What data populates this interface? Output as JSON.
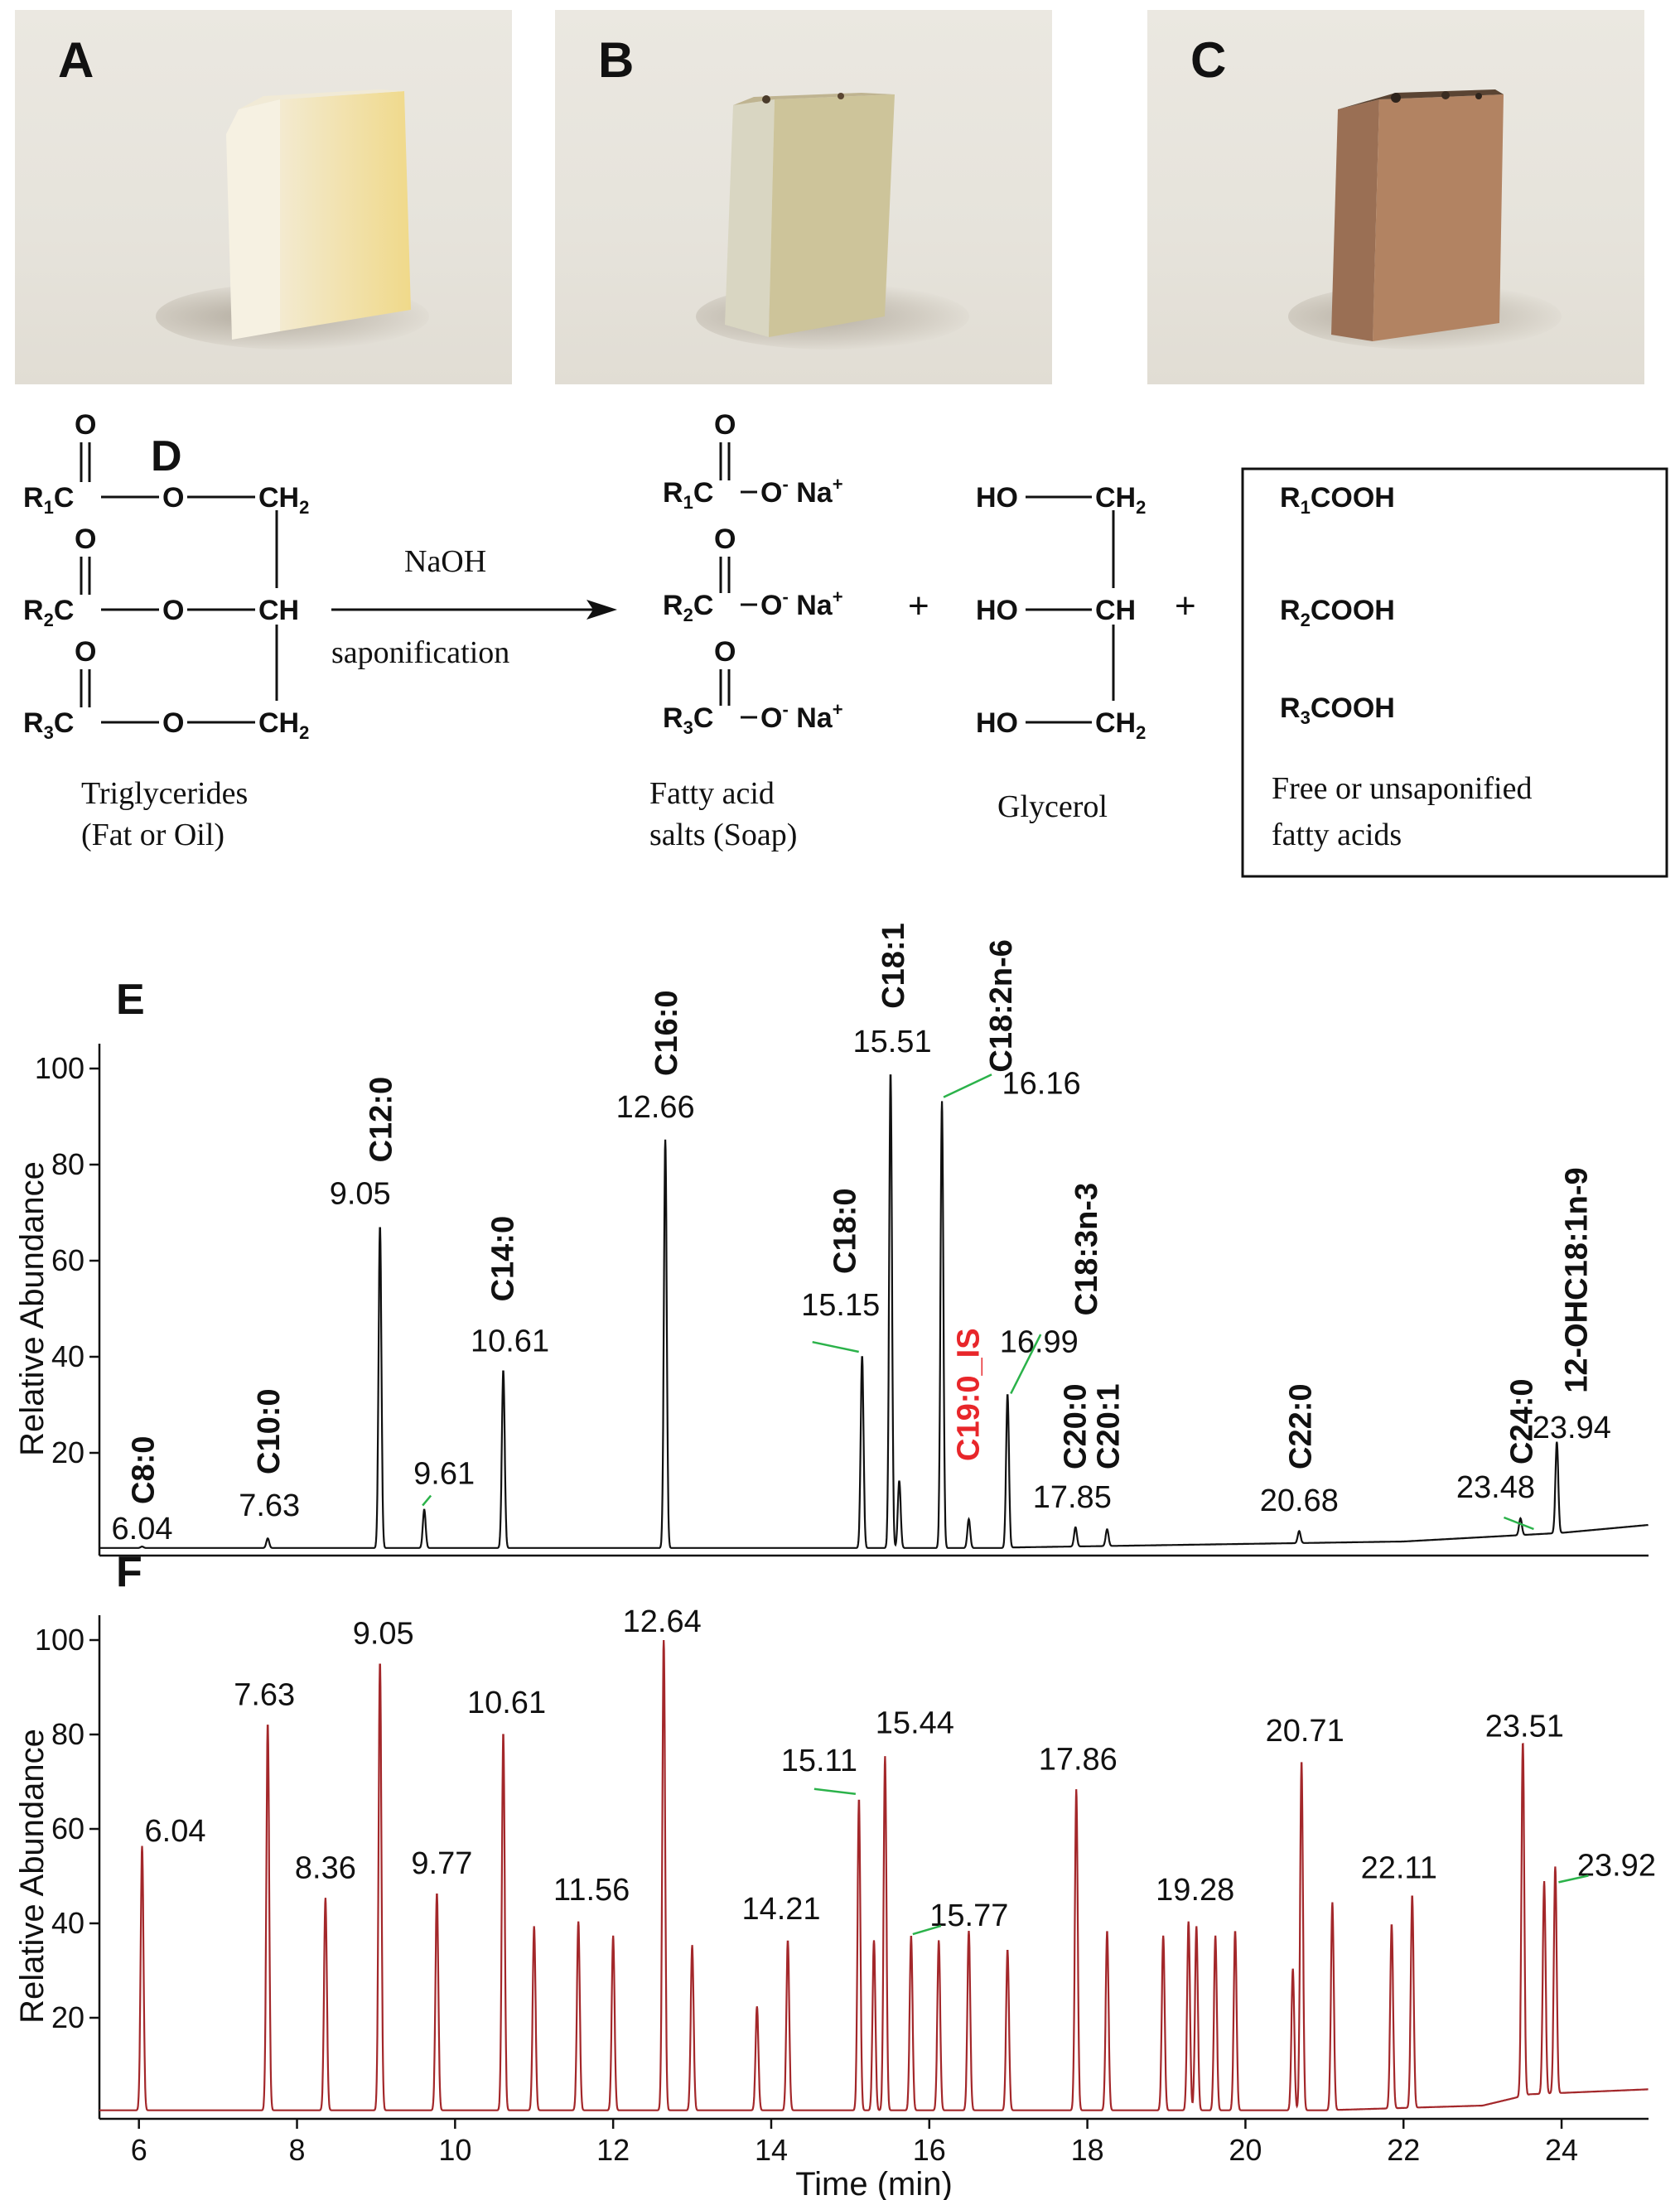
{
  "photos": {
    "a_label": "A",
    "b_label": "B",
    "c_label": "C"
  },
  "reaction": {
    "panel_label": "D",
    "reagent": "NaOH",
    "process": "saponification",
    "reactant_name_1": "Triglycerides",
    "reactant_name_2": "(Fat or Oil)",
    "product1_name_1": "Fatty acid",
    "product1_name_2": "salts (Soap)",
    "product2_name": "Glycerol",
    "product3_name_1": "Free or unsaponified",
    "product3_name_2": "fatty acids",
    "plus": "+"
  },
  "colors": {
    "trace_e": "#111111",
    "trace_f": "#a3272a",
    "internal_standard": "#e8262a",
    "leader": "#2bb24a"
  },
  "chart_data": [
    {
      "type": "line",
      "panel_label": "E",
      "ylabel": "Relative Abundance",
      "xlim": [
        5.5,
        25.1
      ],
      "ylim": [
        0,
        100
      ],
      "yticks": [
        20,
        40,
        60,
        80,
        100
      ],
      "peaks": [
        {
          "rt": 6.04,
          "height": 0.3,
          "rt_label": "6.04",
          "compound": "C8:0"
        },
        {
          "rt": 7.63,
          "height": 2.0,
          "rt_label": "7.63",
          "compound": "C10:0"
        },
        {
          "rt": 9.05,
          "height": 67,
          "rt_label": "9.05",
          "compound": "C12:0"
        },
        {
          "rt": 9.61,
          "height": 8,
          "rt_label": "9.61",
          "compound": ""
        },
        {
          "rt": 10.61,
          "height": 37,
          "rt_label": "10.61",
          "compound": "C14:0"
        },
        {
          "rt": 12.66,
          "height": 85,
          "rt_label": "12.66",
          "compound": "C16:0"
        },
        {
          "rt": 15.15,
          "height": 40,
          "rt_label": "15.15",
          "compound": "C18:0"
        },
        {
          "rt": 15.51,
          "height": 99,
          "rt_label": "15.51",
          "compound": "C18:1"
        },
        {
          "rt": 15.62,
          "height": 14,
          "rt_label": "",
          "compound": ""
        },
        {
          "rt": 16.16,
          "height": 93,
          "rt_label": "16.16",
          "compound": "C18:2n-6"
        },
        {
          "rt": 16.5,
          "height": 6,
          "rt_label": "",
          "compound": "C19:0_IS"
        },
        {
          "rt": 16.99,
          "height": 32,
          "rt_label": "16.99",
          "compound": "C18:3n-3"
        },
        {
          "rt": 17.85,
          "height": 4,
          "rt_label": "17.85",
          "compound": "C20:0"
        },
        {
          "rt": 18.25,
          "height": 3.5,
          "rt_label": "",
          "compound": "C20:1"
        },
        {
          "rt": 20.68,
          "height": 2.5,
          "rt_label": "20.68",
          "compound": "C22:0"
        },
        {
          "rt": 23.48,
          "height": 3.5,
          "rt_label": "23.48",
          "compound": "C24:0"
        },
        {
          "rt": 23.94,
          "height": 19,
          "rt_label": "23.94",
          "compound": "12-OHC18:1n-9"
        }
      ]
    },
    {
      "type": "line",
      "panel_label": "F",
      "xlabel": "Time (min)",
      "ylabel": "Relative Abundance",
      "xlim": [
        5.5,
        25.1
      ],
      "ylim": [
        0,
        100
      ],
      "xticks": [
        6,
        8,
        10,
        12,
        14,
        16,
        18,
        20,
        22,
        24
      ],
      "yticks": [
        20,
        40,
        60,
        80,
        100
      ],
      "peaks": [
        {
          "rt": 6.04,
          "height": 56,
          "rt_label": "6.04"
        },
        {
          "rt": 7.63,
          "height": 82,
          "rt_label": "7.63"
        },
        {
          "rt": 8.36,
          "height": 45,
          "rt_label": "8.36"
        },
        {
          "rt": 9.05,
          "height": 95,
          "rt_label": "9.05"
        },
        {
          "rt": 9.77,
          "height": 46,
          "rt_label": "9.77"
        },
        {
          "rt": 10.61,
          "height": 80,
          "rt_label": "10.61"
        },
        {
          "rt": 11.0,
          "height": 39,
          "rt_label": ""
        },
        {
          "rt": 11.56,
          "height": 40,
          "rt_label": "11.56"
        },
        {
          "rt": 12.0,
          "height": 37,
          "rt_label": ""
        },
        {
          "rt": 12.64,
          "height": 100,
          "rt_label": "12.64"
        },
        {
          "rt": 13.0,
          "height": 35,
          "rt_label": ""
        },
        {
          "rt": 13.82,
          "height": 22,
          "rt_label": ""
        },
        {
          "rt": 14.21,
          "height": 36,
          "rt_label": "14.21"
        },
        {
          "rt": 15.11,
          "height": 66,
          "rt_label": "15.11"
        },
        {
          "rt": 15.3,
          "height": 36,
          "rt_label": ""
        },
        {
          "rt": 15.44,
          "height": 75,
          "rt_label": "15.44"
        },
        {
          "rt": 15.77,
          "height": 37,
          "rt_label": "15.77"
        },
        {
          "rt": 16.12,
          "height": 36,
          "rt_label": ""
        },
        {
          "rt": 16.5,
          "height": 38,
          "rt_label": ""
        },
        {
          "rt": 16.99,
          "height": 34,
          "rt_label": ""
        },
        {
          "rt": 17.86,
          "height": 68,
          "rt_label": "17.86"
        },
        {
          "rt": 18.25,
          "height": 38,
          "rt_label": ""
        },
        {
          "rt": 18.96,
          "height": 37,
          "rt_label": ""
        },
        {
          "rt": 19.28,
          "height": 40,
          "rt_label": "19.28"
        },
        {
          "rt": 19.38,
          "height": 39,
          "rt_label": ""
        },
        {
          "rt": 19.62,
          "height": 37,
          "rt_label": ""
        },
        {
          "rt": 19.87,
          "height": 38,
          "rt_label": ""
        },
        {
          "rt": 20.6,
          "height": 30,
          "rt_label": ""
        },
        {
          "rt": 20.71,
          "height": 74,
          "rt_label": "20.71"
        },
        {
          "rt": 21.1,
          "height": 44,
          "rt_label": ""
        },
        {
          "rt": 21.85,
          "height": 39,
          "rt_label": ""
        },
        {
          "rt": 22.11,
          "height": 45,
          "rt_label": "22.11"
        },
        {
          "rt": 23.51,
          "height": 75,
          "rt_label": "23.51"
        },
        {
          "rt": 23.78,
          "height": 45,
          "rt_label": ""
        },
        {
          "rt": 23.92,
          "height": 48,
          "rt_label": "23.92"
        }
      ]
    }
  ]
}
